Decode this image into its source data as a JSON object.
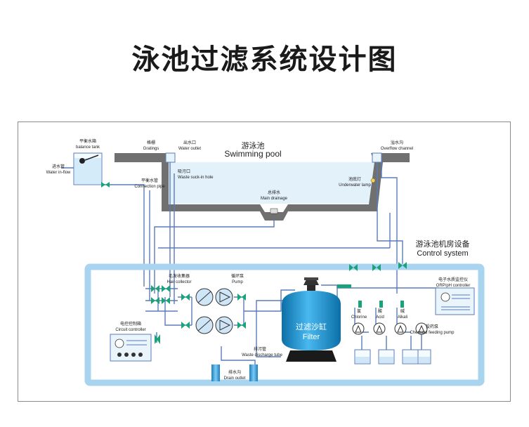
{
  "title": "泳池过滤系统设计图",
  "labels": {
    "pool_cn": "游泳池",
    "pool_en": "Swimming pool",
    "balance_cn": "平衡水箱",
    "balance_en": "balance tank",
    "water_in_cn": "进水管",
    "water_in_en": "Water in-flow",
    "gratings_cn": "格栅",
    "gratings_en": "Gratings",
    "water_outlet_cn": "出水口",
    "water_outlet_en": "Water outlet",
    "suck_cn": "吸污口",
    "suck_en": "Waste suck-in hole",
    "connection_cn": "平衡水管",
    "connection_en": "Connection pipe",
    "overflow_cn": "溢水沟",
    "overflow_en": "Overflow channel",
    "lamp_cn": "池底灯",
    "lamp_en": "Underwater lamp",
    "drainage_cn": "总排水",
    "drainage_en": "Main drainage",
    "control_cn": "游泳池机房设备",
    "control_en": "Control system",
    "hair_cn": "毛发收集器",
    "hair_en": "Hair collector",
    "pump_cn": "循环泵",
    "pump_en": "Pump",
    "filter_cn": "过滤沙缸",
    "filter_en": "Filter",
    "orp_cn": "电子水质监控仪",
    "orp_en": "ORP/pH controller",
    "chlorine_cn": "氯",
    "chlorine_en": "Chlorine",
    "acid_cn": "酸",
    "acid_en": "Acid",
    "alkali_cn": "碱",
    "alkali_en": "Alkali",
    "feed_cn": "投药泵",
    "feed_en": "Chemical feeding pump",
    "circuit_cn": "电控控制箱",
    "circuit_en": "Circuit controller",
    "waste_cn": "排污管",
    "waste_en": "Waste discharge tube",
    "drain_cn": "排水沟",
    "drain_en": "Drain outlet"
  },
  "colors": {
    "pipe": "#5b7bb8",
    "pool_wall": "#6b6b6b",
    "water": "#dfeffa",
    "control_border": "#a8d4f0",
    "pump": "#cfe6f7",
    "filter": "#1f9ad6",
    "valve": "#1aa37a",
    "drain": "#3aa0d8"
  }
}
